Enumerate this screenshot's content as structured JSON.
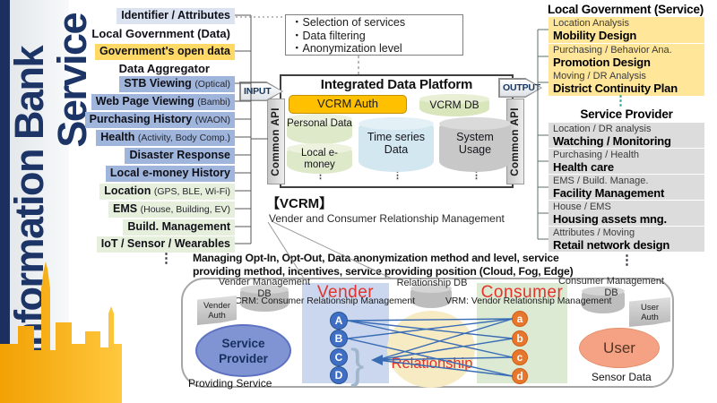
{
  "colors": {
    "navy": "#1d3566",
    "band_gray": "#e7eaed",
    "skyline_orange": "#f2a103",
    "skyline_yellow": "#ffc83e",
    "row_lavender": "#dbe3f1",
    "row_yellow": "#ffd966",
    "row_blue": "#9fb5db",
    "row_green": "#e5efdb",
    "service_yellow": "#ffe699",
    "service_gray": "#dcdcdc",
    "vcrm_auth_orange": "#ffc000",
    "cyl_green": "#dde9c9",
    "cyl_blue": "#d3e7f0",
    "cyl_gray": "#c8c8c8",
    "vender_panel_blue": "#cad7ee",
    "consumer_panel_green": "#dcead4",
    "relationship_yellow": "#f7ebc4",
    "provider_ellipse_blue": "#8093d2",
    "user_ellipse_salmon": "#f5a284",
    "node_blue": "#3f6fc4",
    "node_orange": "#e8772e",
    "red_label": "#e5332a"
  },
  "sidebar": {
    "title_line1": "Information Bank",
    "title_line2": "Service"
  },
  "left_column": {
    "rows": [
      {
        "main": "Identifier /  Attributes",
        "note": ""
      },
      {
        "main": "Local Government (Data)",
        "note": ""
      },
      {
        "main": "Government's open data",
        "note": ""
      },
      {
        "main": "Data Aggregator",
        "note": ""
      },
      {
        "main": "STB Viewing",
        "note": "(Optical)"
      },
      {
        "main": "Web Page Viewing",
        "note": "(Bambi)"
      },
      {
        "main": "Purchasing History",
        "note": "(WAON)"
      },
      {
        "main": "Health",
        "note": "(Activity, Body Comp.)"
      },
      {
        "main": "Disaster Response",
        "note": ""
      },
      {
        "main": "Local e-money History",
        "note": ""
      },
      {
        "main": "Location",
        "note": "(GPS, BLE, Wi-Fi)"
      },
      {
        "main": "EMS",
        "note": "(House, Building, EV)"
      },
      {
        "main": "Build. Management",
        "note": ""
      },
      {
        "main": "IoT / Sensor / Wearables",
        "note": ""
      }
    ],
    "ellipsis": "⋮"
  },
  "annotation": {
    "line1": "・Selection of services",
    "line2": "・Data filtering",
    "line3": "・Anonymization level"
  },
  "platform": {
    "title": "Integrated Data Platform",
    "input_label": "INPUT",
    "output_label": "OUTPUT",
    "common_api_left": "Common API",
    "common_api_right": "Common API",
    "vcrm_auth": "VCRM Auth",
    "vcrm_db": "VCRM DB",
    "store_personal": "Personal Data",
    "store_emoney": "Local e-money",
    "store_timeseries": "Time series Data",
    "store_usage": "System Usage",
    "ellipsis": "⋮"
  },
  "vcrm_note": {
    "heading": "【VCRM】",
    "description": "Vender and Consumer Relationship Management"
  },
  "managing_note": {
    "line1": "Managing Opt-In, Opt-Out, Data anonymization method and level, service",
    "line2": "providing method, incentives, service providing position (Cloud, Fog, Edge)"
  },
  "service_column": {
    "gov_header": "Local Government (Service)",
    "gov_items": [
      {
        "line1": "Location Analysis",
        "line2": "Mobility Design"
      },
      {
        "line1": "Purchasing / Behavior Ana.",
        "line2": "Promotion Design"
      },
      {
        "line1": "Moving / DR Analysis",
        "line2": "District Continuity Plan"
      }
    ],
    "provider_header": "Service Provider",
    "provider_items": [
      {
        "line1": "Location / DR analysis",
        "line2": "Watching / Monitoring"
      },
      {
        "line1": "Purchasing / Health",
        "line2": "Health care"
      },
      {
        "line1": "EMS / Build. Manage.",
        "line2": "Facility Management"
      },
      {
        "line1": "House / EMS",
        "line2": "Housing assets mng."
      },
      {
        "line1": "Attributes / Moving",
        "line2": "Retail network design"
      }
    ],
    "ellipsis": "⋮"
  },
  "relationship_diagram": {
    "vender_mgmt_db_line1": "Vender Management",
    "vender_mgmt_db_line2": "DB",
    "relationship_db": "Relationship DB",
    "consumer_mgmt_db_line1": "Consumer Management",
    "consumer_mgmt_db_line2": "DB",
    "vender_auth_line1": "Vender",
    "vender_auth_line2": "Auth",
    "user_auth_line1": "User",
    "user_auth_line2": "Auth",
    "vender_title": "Vender",
    "consumer_title": "Consumer",
    "crm_label": "CRM: Consumer Relationship Management",
    "vrm_label": "VRM: Vendor Relationship Management",
    "relationship_label": "Relationship",
    "service_provider_label": "Service Provider",
    "providing_service_label": "Providing Service",
    "user_label": "User",
    "sensor_data_label": "Sensor Data",
    "vender_nodes": [
      "A",
      "B",
      "C",
      "D"
    ],
    "consumer_nodes": [
      "a",
      "b",
      "c",
      "d"
    ]
  }
}
